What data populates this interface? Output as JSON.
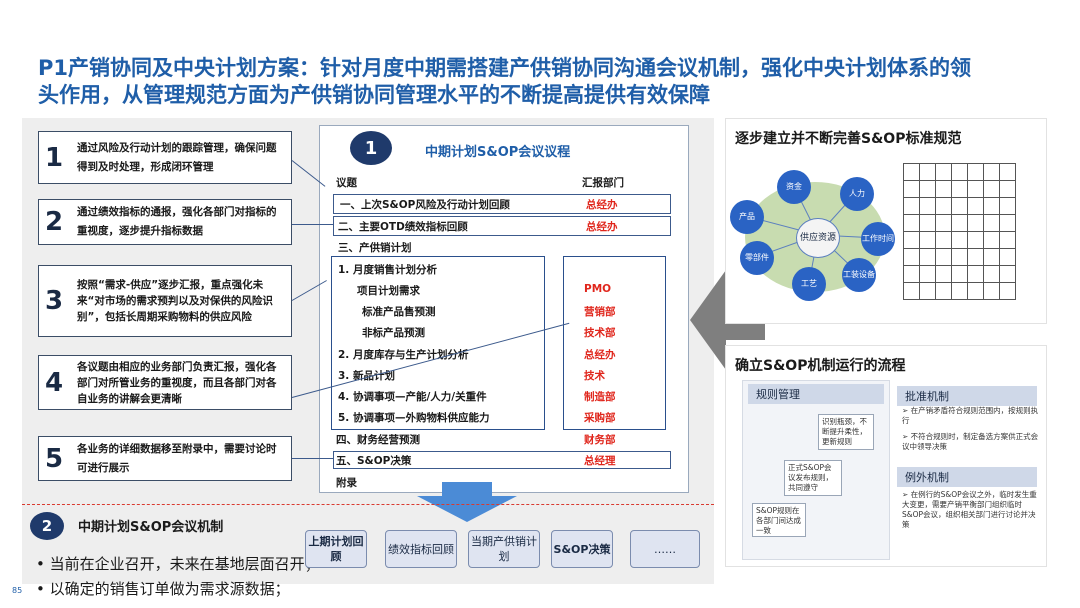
{
  "title": {
    "line1": "P1产销协同及中央计划方案：针对月度中期需搭建产供销协同沟通会议机制，强化中央计划体系的领",
    "line2": "头作用，从管理规范方面为产供销协同管理水平的不断提高提供有效保障"
  },
  "steps": [
    {
      "num": "1",
      "text": "通过风险及行动计划的跟踪管理，确保问题得到及时处理，形成闭环管理"
    },
    {
      "num": "2",
      "text": "通过绩效指标的通报，强化各部门对指标的重视度，逐步提升指标数据"
    },
    {
      "num": "3",
      "text": "按照“需求-供应”逐步汇报，重点强化未来“对市场的需求预判以及对保供的风险识别”，包括长周期采购物料的供应风险"
    },
    {
      "num": "4",
      "text": "各议题由相应的业务部门负责汇报，强化各部门对所管业务的重视度，而且各部门对各自业务的讲解会更清晰"
    },
    {
      "num": "5",
      "text": "各业务的详细数据移至附录中，需要讨论时可进行展示"
    }
  ],
  "agenda": {
    "badge": "1",
    "title": "中期计划S&OP会议议程",
    "col_topic": "议题",
    "col_dept": "汇报部门",
    "items": [
      {
        "text": "一、上次S&OP风险及行动计划回顾",
        "dept": "总经办"
      },
      {
        "text": "二、主要OTD绩效指标回顾",
        "dept": "总经办"
      },
      {
        "text": "三、产供销计划",
        "dept": ""
      },
      {
        "text": "1.   月度销售计划分析",
        "dept": ""
      },
      {
        "text": "项目计划需求",
        "dept": "PMO"
      },
      {
        "text": "标准产品售预测",
        "dept": "营销部"
      },
      {
        "text": "非标产品预测",
        "dept": "技术部"
      },
      {
        "text": "2.   月度库存与生产计划分析",
        "dept": "总经办"
      },
      {
        "text": "3.   新品计划",
        "dept": "技术"
      },
      {
        "text": "4.   协调事项—产能/人力/关重件",
        "dept": "制造部"
      },
      {
        "text": "5.   协调事项—外购物料供应能力",
        "dept": "采购部"
      },
      {
        "text": "四、财务经营预测",
        "dept": "财务部"
      },
      {
        "text": "五、S&OP决策",
        "dept": "总经理"
      },
      {
        "text": "附录",
        "dept": ""
      }
    ]
  },
  "mechanism": {
    "badge": "2",
    "title": "中期计划S&OP会议机制",
    "bullets": [
      "• 当前在企业召开，未来在基地层面召开；",
      "• 以确定的销售订单做为需求源数据；"
    ],
    "flow": [
      "上期计划回顾",
      "绩效指标回顾",
      "当期产供销计划",
      "S&OP决策",
      "……"
    ],
    "page_number": "85"
  },
  "card1": {
    "title": "逐步建立并不断完善S&OP标准规范",
    "center": "供应资源",
    "nodes": [
      "资金",
      "人力",
      "工作时间",
      "工装设备",
      "工艺",
      "零部件",
      "产品"
    ],
    "table_rows": [
      [
        "",
        "",
        "",
        "",
        "",
        "",
        ""
      ],
      [
        "",
        "",
        "",
        "",
        "",
        "",
        ""
      ],
      [
        "",
        "",
        "",
        "",
        "",
        "",
        ""
      ],
      [
        "",
        "",
        "",
        "",
        "",
        "",
        ""
      ],
      [
        "",
        "",
        "",
        "",
        "",
        "",
        ""
      ],
      [
        "",
        "",
        "",
        "",
        "",
        "",
        ""
      ],
      [
        "",
        "",
        "",
        "",
        "",
        "",
        ""
      ],
      [
        "",
        "",
        "",
        "",
        "",
        "",
        ""
      ]
    ]
  },
  "card2": {
    "title": "确立S&OP机制运行的流程",
    "rule_head": "规则管理",
    "approve_head": "批准机制",
    "exception_head": "例外机制",
    "boxes": [
      "识别瓶颈，不断提升柔性，更新规则",
      "正式S&OP会议发布规则，共同遵守",
      "S&OP规则在各部门间达成一致"
    ],
    "approve_notes": [
      "在产销矛盾符合规则范围内，按规则执行",
      "不符合规则时，制定备选方案供正式会议中领导决策"
    ],
    "exception_note": "在例行的S&OP会议之外，临时发生重大变更，需要产销平衡部门组织临时S&OP会议，组织相关部门进行讨论并决策"
  }
}
